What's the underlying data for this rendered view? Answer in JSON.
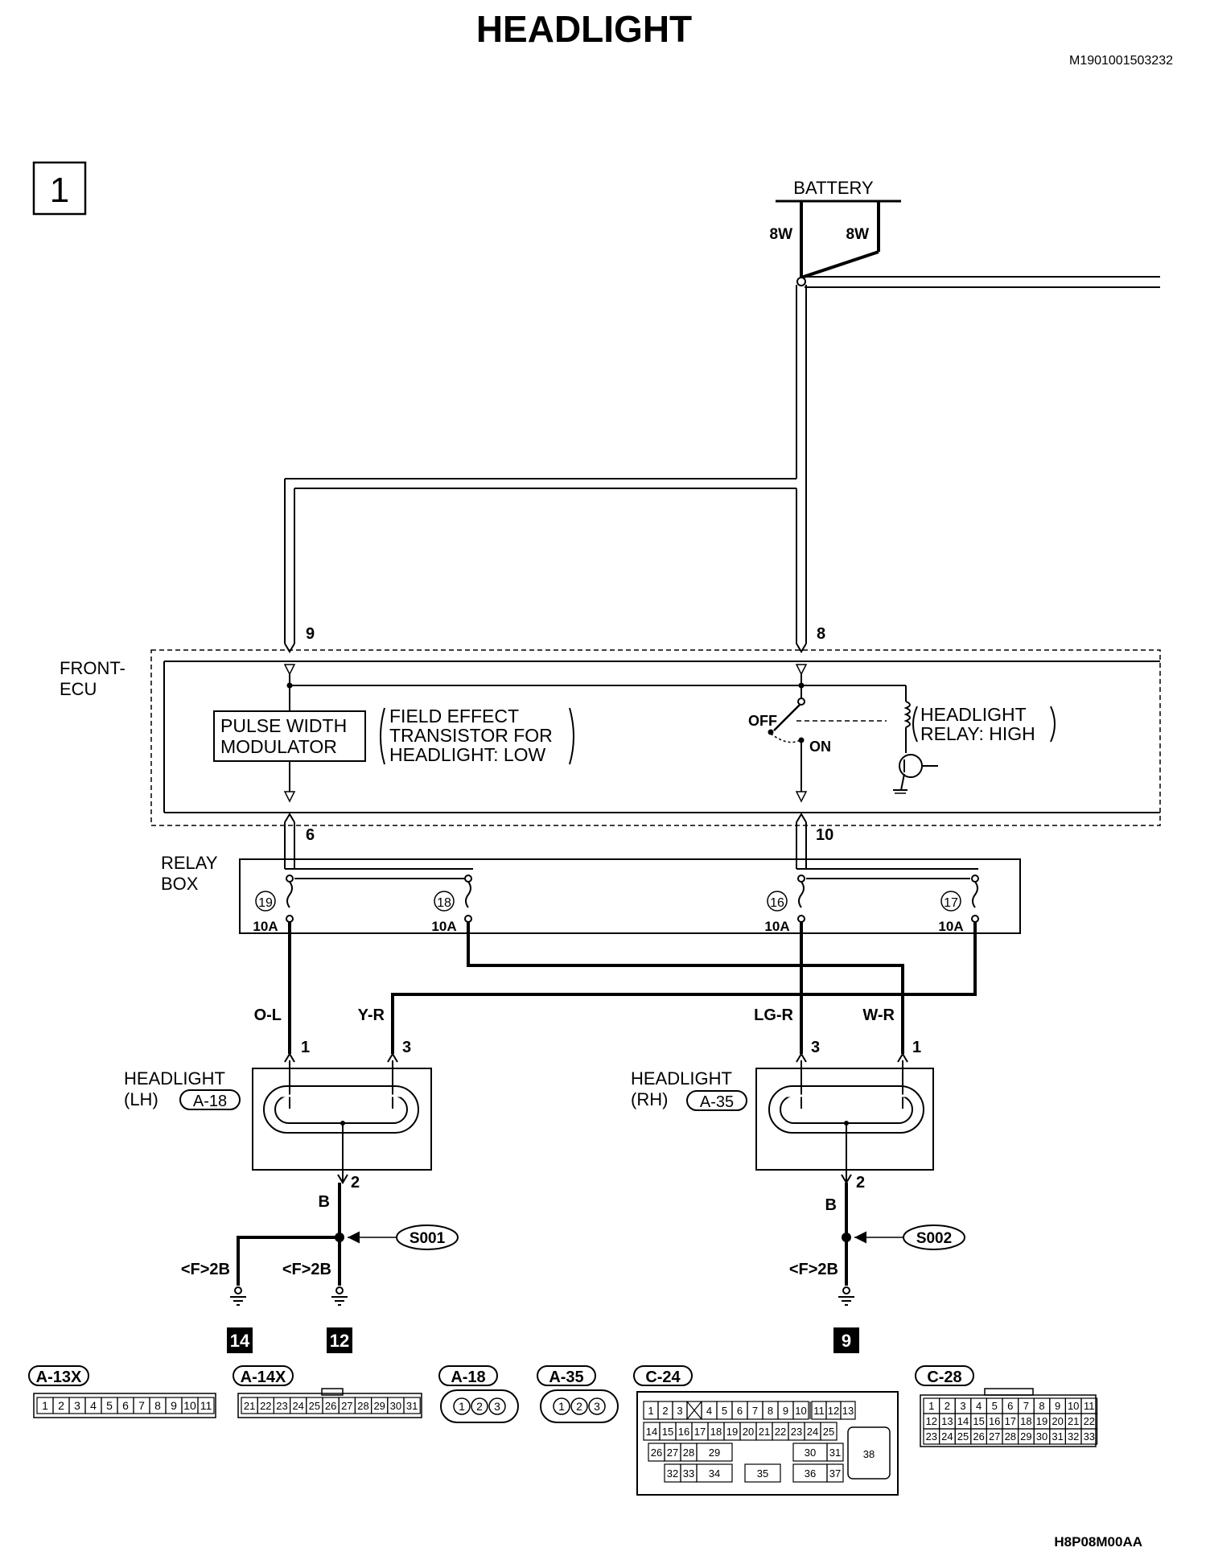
{
  "page": {
    "title": "HEADLIGHT",
    "doc_id": "M1901001503232",
    "figure_code": "H8P08M00AA",
    "section_number": "1"
  },
  "battery": {
    "label": "BATTERY",
    "wire_left": "8W",
    "wire_right": "8W"
  },
  "ecu": {
    "label_line1": "FRONT-",
    "label_line2": "ECU",
    "pin_9": "9",
    "pin_8": "8",
    "pin_6": "6",
    "pin_10": "10",
    "pwm_line1": "PULSE WIDTH",
    "pwm_line2": "MODULATOR",
    "fet_line1": "FIELD EFFECT",
    "fet_line2": "TRANSISTOR FOR",
    "fet_line3": "HEADLIGHT: LOW",
    "switch_off": "OFF",
    "switch_on": "ON",
    "relay_line1": "HEADLIGHT",
    "relay_line2": "RELAY: HIGH"
  },
  "relay_box": {
    "label_line1": "RELAY",
    "label_line2": "BOX",
    "fuses": [
      {
        "number": "19",
        "rating": "10A"
      },
      {
        "number": "18",
        "rating": "10A"
      },
      {
        "number": "16",
        "rating": "10A"
      },
      {
        "number": "17",
        "rating": "10A"
      }
    ]
  },
  "wires": {
    "o_l": "O-L",
    "y_r": "Y-R",
    "lg_r": "LG-R",
    "w_r": "W-R",
    "b_left": "B",
    "b_right": "B"
  },
  "headlight_lh": {
    "label_line1": "HEADLIGHT",
    "label_line2": "(LH)",
    "connector": "A-18",
    "pin1": "1",
    "pin3": "3",
    "pin2": "2"
  },
  "headlight_rh": {
    "label_line1": "HEADLIGHT",
    "label_line2": "(RH)",
    "connector": "A-35",
    "pin3": "3",
    "pin1": "1",
    "pin2": "2"
  },
  "splices": {
    "left": "S001",
    "right": "S002"
  },
  "grounds": {
    "ref_a": "<F>2B",
    "ref_b": "<F>2B",
    "ref_c": "<F>2B",
    "num_a": "14",
    "num_b": "12",
    "num_c": "9"
  },
  "connectors": {
    "a13x": {
      "name": "A-13X",
      "pins": [
        "1",
        "2",
        "3",
        "4",
        "5",
        "6",
        "7",
        "8",
        "9",
        "10",
        "11"
      ]
    },
    "a14x": {
      "name": "A-14X",
      "pins": [
        "21",
        "22",
        "23",
        "24",
        "25",
        "26",
        "27",
        "28",
        "29",
        "30",
        "31"
      ]
    },
    "a18": {
      "name": "A-18",
      "pins": [
        "1",
        "2",
        "3"
      ]
    },
    "a35": {
      "name": "A-35",
      "pins": [
        "1",
        "2",
        "3"
      ]
    },
    "c24": {
      "name": "C-24",
      "row1": [
        "1",
        "2",
        "3",
        "4",
        "5",
        "6",
        "7",
        "8",
        "9",
        "10",
        "11",
        "12",
        "13"
      ],
      "row2": [
        "14",
        "15",
        "16",
        "17",
        "18",
        "19",
        "20",
        "21",
        "22",
        "23",
        "24",
        "25"
      ],
      "row3": [
        "26",
        "27",
        "28",
        "29",
        "30",
        "31",
        "38"
      ],
      "row4": [
        "32",
        "33",
        "34",
        "35",
        "36",
        "37"
      ]
    },
    "c28": {
      "name": "C-28",
      "row1": [
        "1",
        "2",
        "3",
        "4",
        "5",
        "6",
        "7",
        "8",
        "9",
        "10",
        "11"
      ],
      "row2": [
        "12",
        "13",
        "14",
        "15",
        "16",
        "17",
        "18",
        "19",
        "20",
        "21",
        "22"
      ],
      "row3": [
        "23",
        "24",
        "25",
        "26",
        "27",
        "28",
        "29",
        "30",
        "31",
        "32",
        "33"
      ]
    }
  }
}
